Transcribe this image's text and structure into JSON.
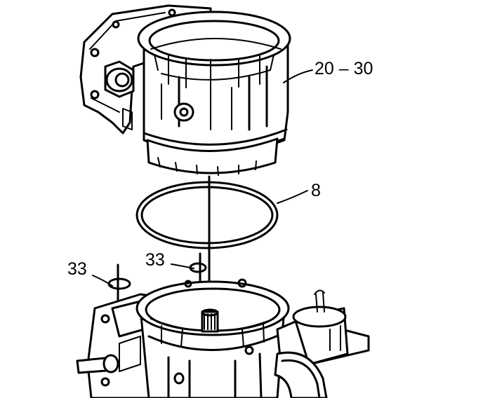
{
  "callouts": {
    "upper_housing": "20 – 30",
    "seal_ring": "8",
    "pin_left": "33",
    "pin_right": "33"
  },
  "colors": {
    "ink": "#000000",
    "background": "#ffffff"
  }
}
